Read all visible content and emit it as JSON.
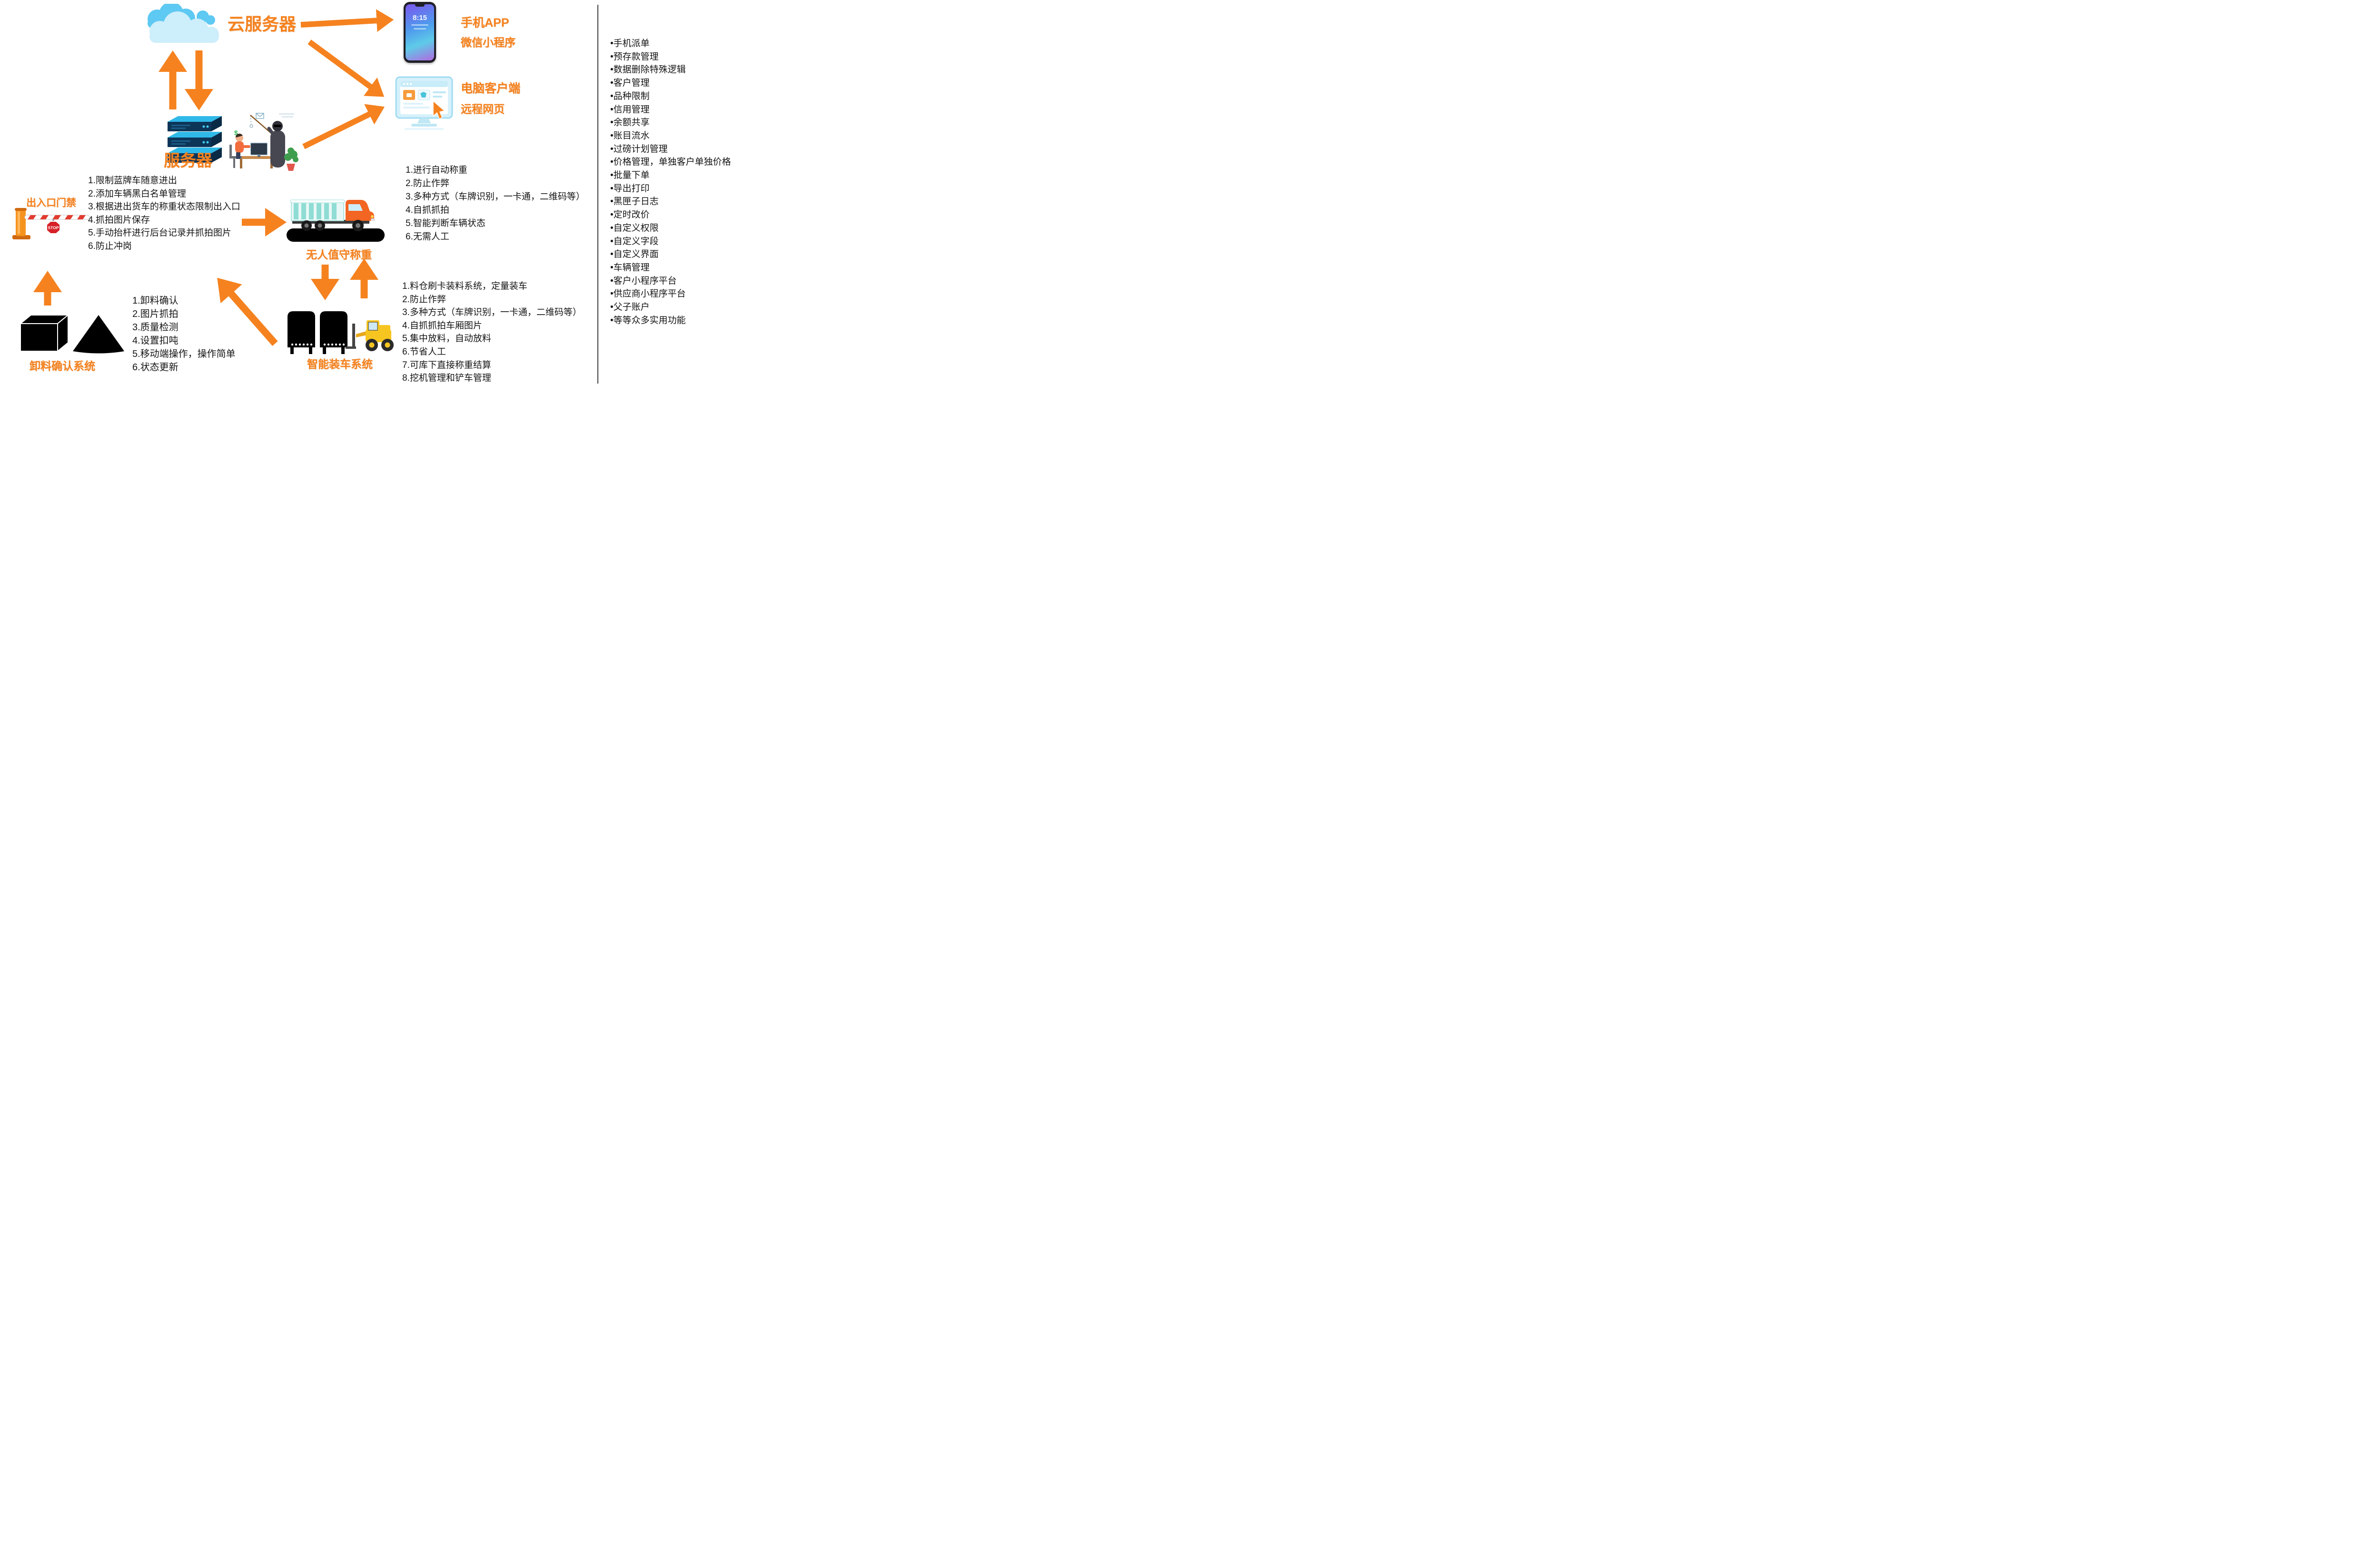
{
  "colors": {
    "accent_orange": "#F5821F",
    "text_black": "#151515",
    "divider_gray": "#3f3f3f",
    "scale_black": "#000000"
  },
  "cloud": {
    "label": "云服务器"
  },
  "server": {
    "label": "服务器"
  },
  "phone": {
    "time": "8:15",
    "labels": [
      "手机APP",
      "微信小程序"
    ]
  },
  "computer": {
    "labels": [
      "电脑客户端",
      "远程网页"
    ]
  },
  "gate": {
    "title": "出入口门禁",
    "stop_sign": "STOP",
    "items": [
      "1.限制蓝牌车随意进出",
      "2.添加车辆黑白名单管理",
      "3.根据进出货车的称重状态限制出入口",
      "4.抓拍图片保存",
      "5.手动抬杆进行后台记录并抓拍图片",
      "6.防止冲岗"
    ]
  },
  "weighing": {
    "title": "无人值守称重",
    "items": [
      "1.进行自动称重",
      "2.防止作弊",
      "3.多种方式（车牌识别，一卡通，二维码等）",
      "4.自抓抓拍",
      "5.智能判断车辆状态",
      "6.无需人工"
    ]
  },
  "loading": {
    "title": "智能装车系统",
    "items": [
      "1.料仓刷卡装料系统，定量装车",
      "2.防止作弊",
      "3.多种方式（车牌识别，一卡通，二维码等）",
      "4.自抓抓拍车厢图片",
      "5.集中放料，自动放料",
      "6.节省人工",
      "7.可库下直接称重结算",
      "8.挖机管理和铲车管理"
    ]
  },
  "unloading": {
    "title": "卸料确认系统",
    "items": [
      "1.卸料确认",
      "2.图片抓拍",
      "3.质量检测",
      "4.设置扣吨",
      "5.移动端操作，操作简单",
      "6.状态更新"
    ]
  },
  "features": {
    "items": [
      "•手机派单",
      "•预存款管理",
      "•数据删除特殊逻辑",
      "•客户管理",
      "•品种限制",
      "•信用管理",
      "•余额共享",
      "•账目流水",
      "•过磅计划管理",
      "•价格管理，单独客户单独价格",
      "•批量下单",
      "•导出打印",
      "•黑匣子日志",
      "•定时改价",
      "•自定义权限",
      "•自定义字段",
      "•自定义界面",
      "•车辆管理",
      "•客户小程序平台",
      "•供应商小程序平台",
      "•父子账户",
      "•等等众多实用功能"
    ]
  }
}
